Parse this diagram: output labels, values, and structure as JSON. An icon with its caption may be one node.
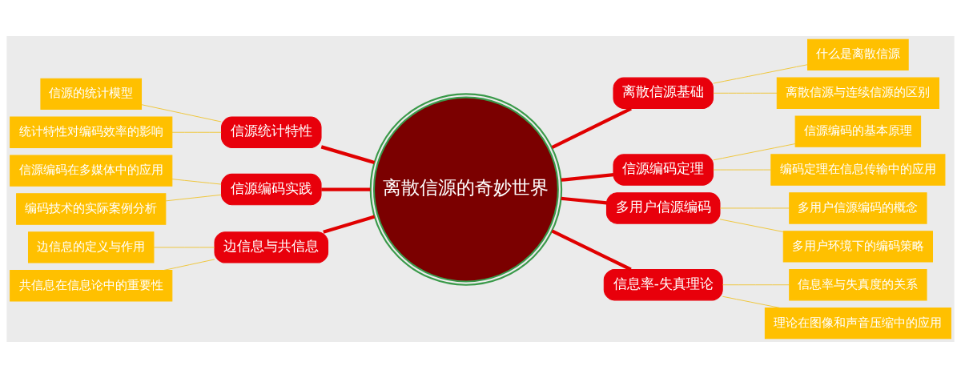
{
  "diagram": {
    "nodes": [
      {
        "text": [
          "离散信源的奇妙世界"
        ]
      },
      {
        "text": [
          "离散信源基础"
        ]
      },
      {
        "text": [
          "什么是离散信源"
        ]
      },
      {
        "text": [
          "离散信源与连续信源的区别"
        ]
      },
      {
        "text": [
          "信源编码定理"
        ]
      },
      {
        "text": [
          "信源编码的基本原理"
        ]
      },
      {
        "text": [
          "编码定理在信息传输中的应用"
        ]
      },
      {
        "text": [
          "多用户信源编码"
        ]
      },
      {
        "text": [
          "多用户信源编码的概念"
        ]
      },
      {
        "text": [
          "多用户环境下的编码策略"
        ]
      },
      {
        "text": [
          "信息率-失真理论"
        ]
      },
      {
        "text": [
          "信息率与失真度的关系"
        ]
      },
      {
        "text": [
          "理论在图像和声音压缩中的应用"
        ]
      },
      {
        "text": [
          "信源统计特性"
        ]
      },
      {
        "text": [
          "信源的统计模型"
        ]
      },
      {
        "text": [
          "统计特性对编码效率的影响"
        ]
      },
      {
        "text": [
          "信源编码实践"
        ]
      },
      {
        "text": [
          "信源编码在多媒体中的应用"
        ]
      },
      {
        "text": [
          "编码技术的实际案例分析"
        ]
      },
      {
        "text": [
          "边信息与共信息"
        ]
      },
      {
        "text": [
          "边信息的定义与作用"
        ]
      },
      {
        "text": [
          "共信息在信息论中的重要性"
        ]
      }
    ],
    "edges": [
      {
        "from": 0,
        "to": 1,
        "arrow": "none",
        "style": "thick",
        "color": "#e00000"
      },
      {
        "from": 1,
        "to": 2,
        "arrow": "none"
      },
      {
        "from": 1,
        "to": 3,
        "arrow": "none"
      },
      {
        "from": 0,
        "to": 4,
        "arrow": "none",
        "style": "thick",
        "color": "#e00000"
      },
      {
        "from": 4,
        "to": 5,
        "arrow": "none"
      },
      {
        "from": 4,
        "to": 6,
        "arrow": "none"
      },
      {
        "from": 0,
        "to": 7,
        "arrow": "none",
        "style": "thick",
        "color": "#e00000"
      },
      {
        "from": 7,
        "to": 8,
        "arrow": "none"
      },
      {
        "from": 7,
        "to": 9,
        "arrow": "none"
      },
      {
        "from": 0,
        "to": 10,
        "arrow": "none",
        "style": "thick",
        "color": "#e00000"
      },
      {
        "from": 10,
        "to": 11,
        "arrow": "none"
      },
      {
        "from": 10,
        "to": 12,
        "arrow": "none"
      },
      {
        "from": 0,
        "to": 13,
        "arrow": "none",
        "style": "thick",
        "color": "#e00000"
      },
      {
        "from": 13,
        "to": 14,
        "arrow": "none"
      },
      {
        "from": 13,
        "to": 15,
        "arrow": "none"
      },
      {
        "from": 0,
        "to": 16,
        "arrow": "none",
        "style": "thick",
        "color": "#e00000"
      },
      {
        "from": 16,
        "to": 17,
        "arrow": "none"
      },
      {
        "from": 16,
        "to": 18,
        "arrow": "none"
      },
      {
        "from": 0,
        "to": 19,
        "arrow": "none",
        "style": "thick",
        "color": "#e00000"
      },
      {
        "from": 19,
        "to": 20,
        "arrow": "none"
      },
      {
        "from": 19,
        "to": 21,
        "arrow": "none"
      }
    ]
  }
}
